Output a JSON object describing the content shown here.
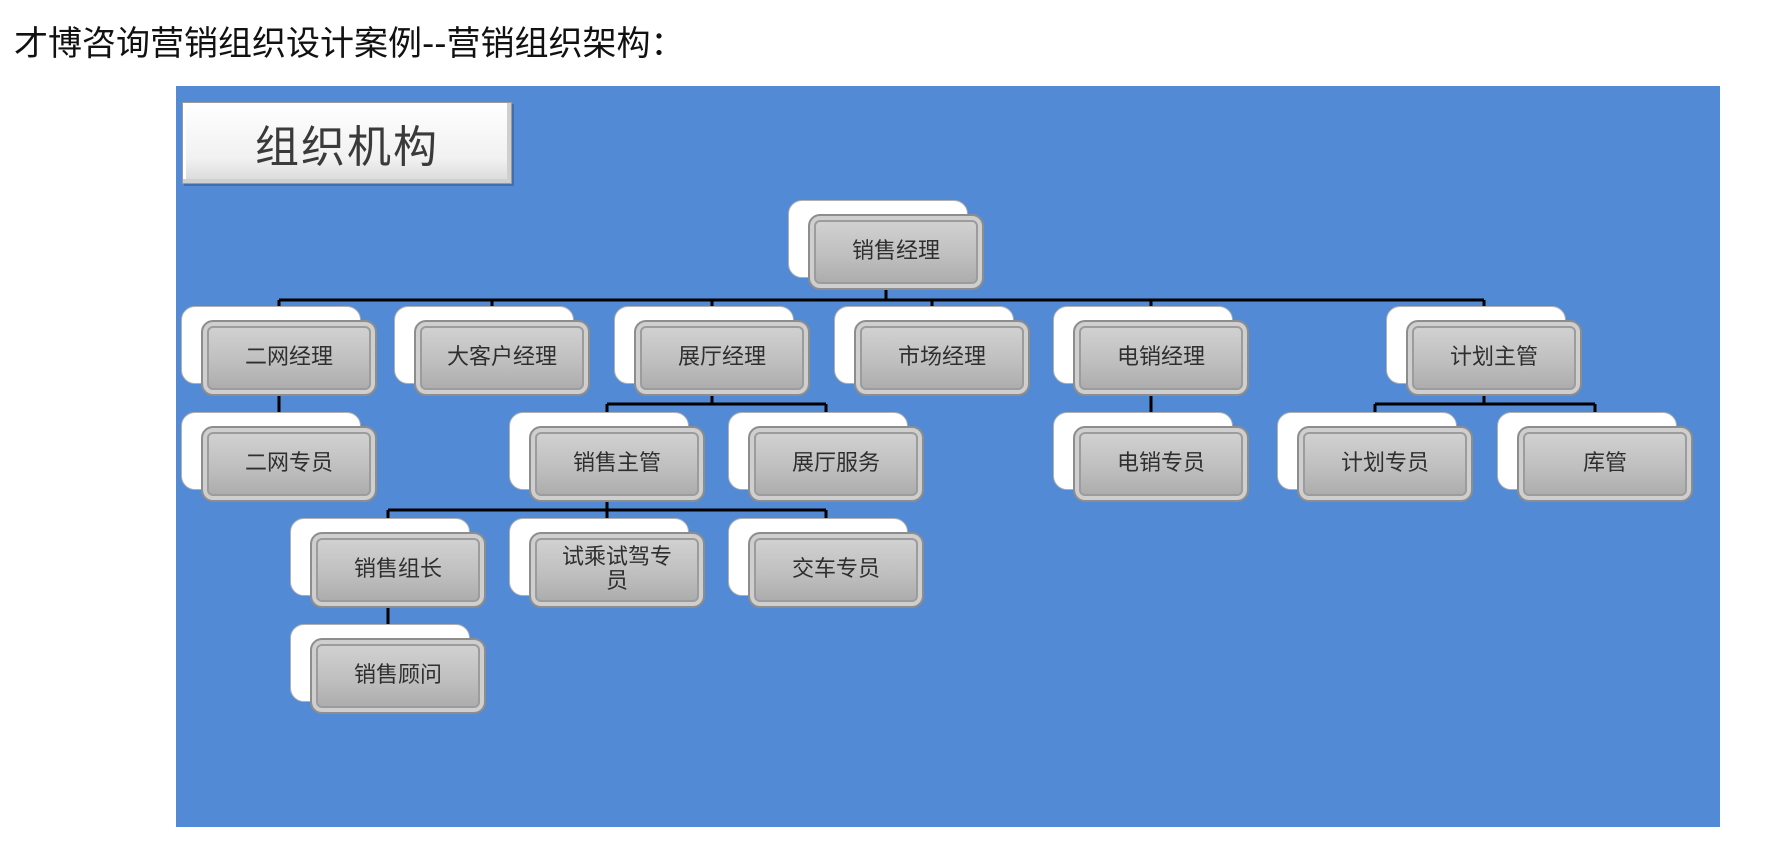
{
  "page_heading": "才博咨询营销组织设计案例--营销组织架构：",
  "diagram": {
    "title": "组织机构",
    "colors": {
      "background": "#528ad5",
      "node_fill": "#c2c2c2",
      "connector": "#000000"
    },
    "nodes": {
      "sales_manager": "销售经理",
      "secondary_network_manager": "二网经理",
      "key_account_manager": "大客户经理",
      "showroom_manager": "展厅经理",
      "marketing_manager": "市场经理",
      "telesales_manager": "电销经理",
      "planning_supervisor": "计划主管",
      "secondary_network_specialist": "二网专员",
      "sales_supervisor": "销售主管",
      "showroom_service": "展厅服务",
      "telesales_specialist": "电销专员",
      "planning_specialist": "计划专员",
      "warehouse_keeper": "库管",
      "sales_team_leader": "销售组长",
      "test_drive_specialist": "试乘试驾专员",
      "delivery_specialist": "交车专员",
      "sales_consultant": "销售顾问"
    }
  }
}
